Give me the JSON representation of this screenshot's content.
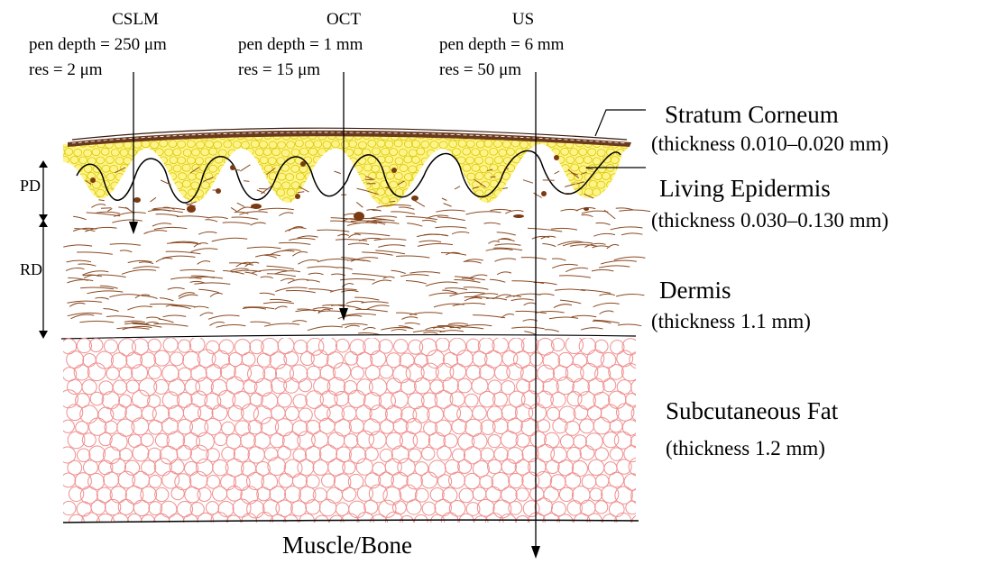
{
  "modalities": [
    {
      "name": "CSLM",
      "depth": "pen depth = 250 μm",
      "res": "res = 2 μm"
    },
    {
      "name": "OCT",
      "depth": "pen depth = 1 mm",
      "res": "res = 15 μm"
    },
    {
      "name": "US",
      "depth": "pen depth = 6 mm",
      "res": "res = 50 μm"
    }
  ],
  "layers": [
    {
      "name": "Stratum Corneum",
      "thickness": "(thickness 0.010–0.020 mm)"
    },
    {
      "name": "Living Epidermis",
      "thickness": "(thickness 0.030–0.130 mm)"
    },
    {
      "name": "Dermis",
      "thickness": "(thickness 1.1 mm)"
    },
    {
      "name": "Subcutaneous Fat",
      "thickness": "(thickness 1.2 mm)"
    }
  ],
  "dermis_labels": {
    "pd": "PD",
    "rd": "RD"
  },
  "bottom_label": "Muscle/Bone",
  "colors": {
    "corneum": "#6b3a1e",
    "epidermis_fill": "#fff48a",
    "epidermis_cells": "#d8c800",
    "dermis_fibers": "#8a4a22",
    "melanin": "#7a3a12",
    "fat_cells": "#f08f8f",
    "lines": "#000000"
  }
}
